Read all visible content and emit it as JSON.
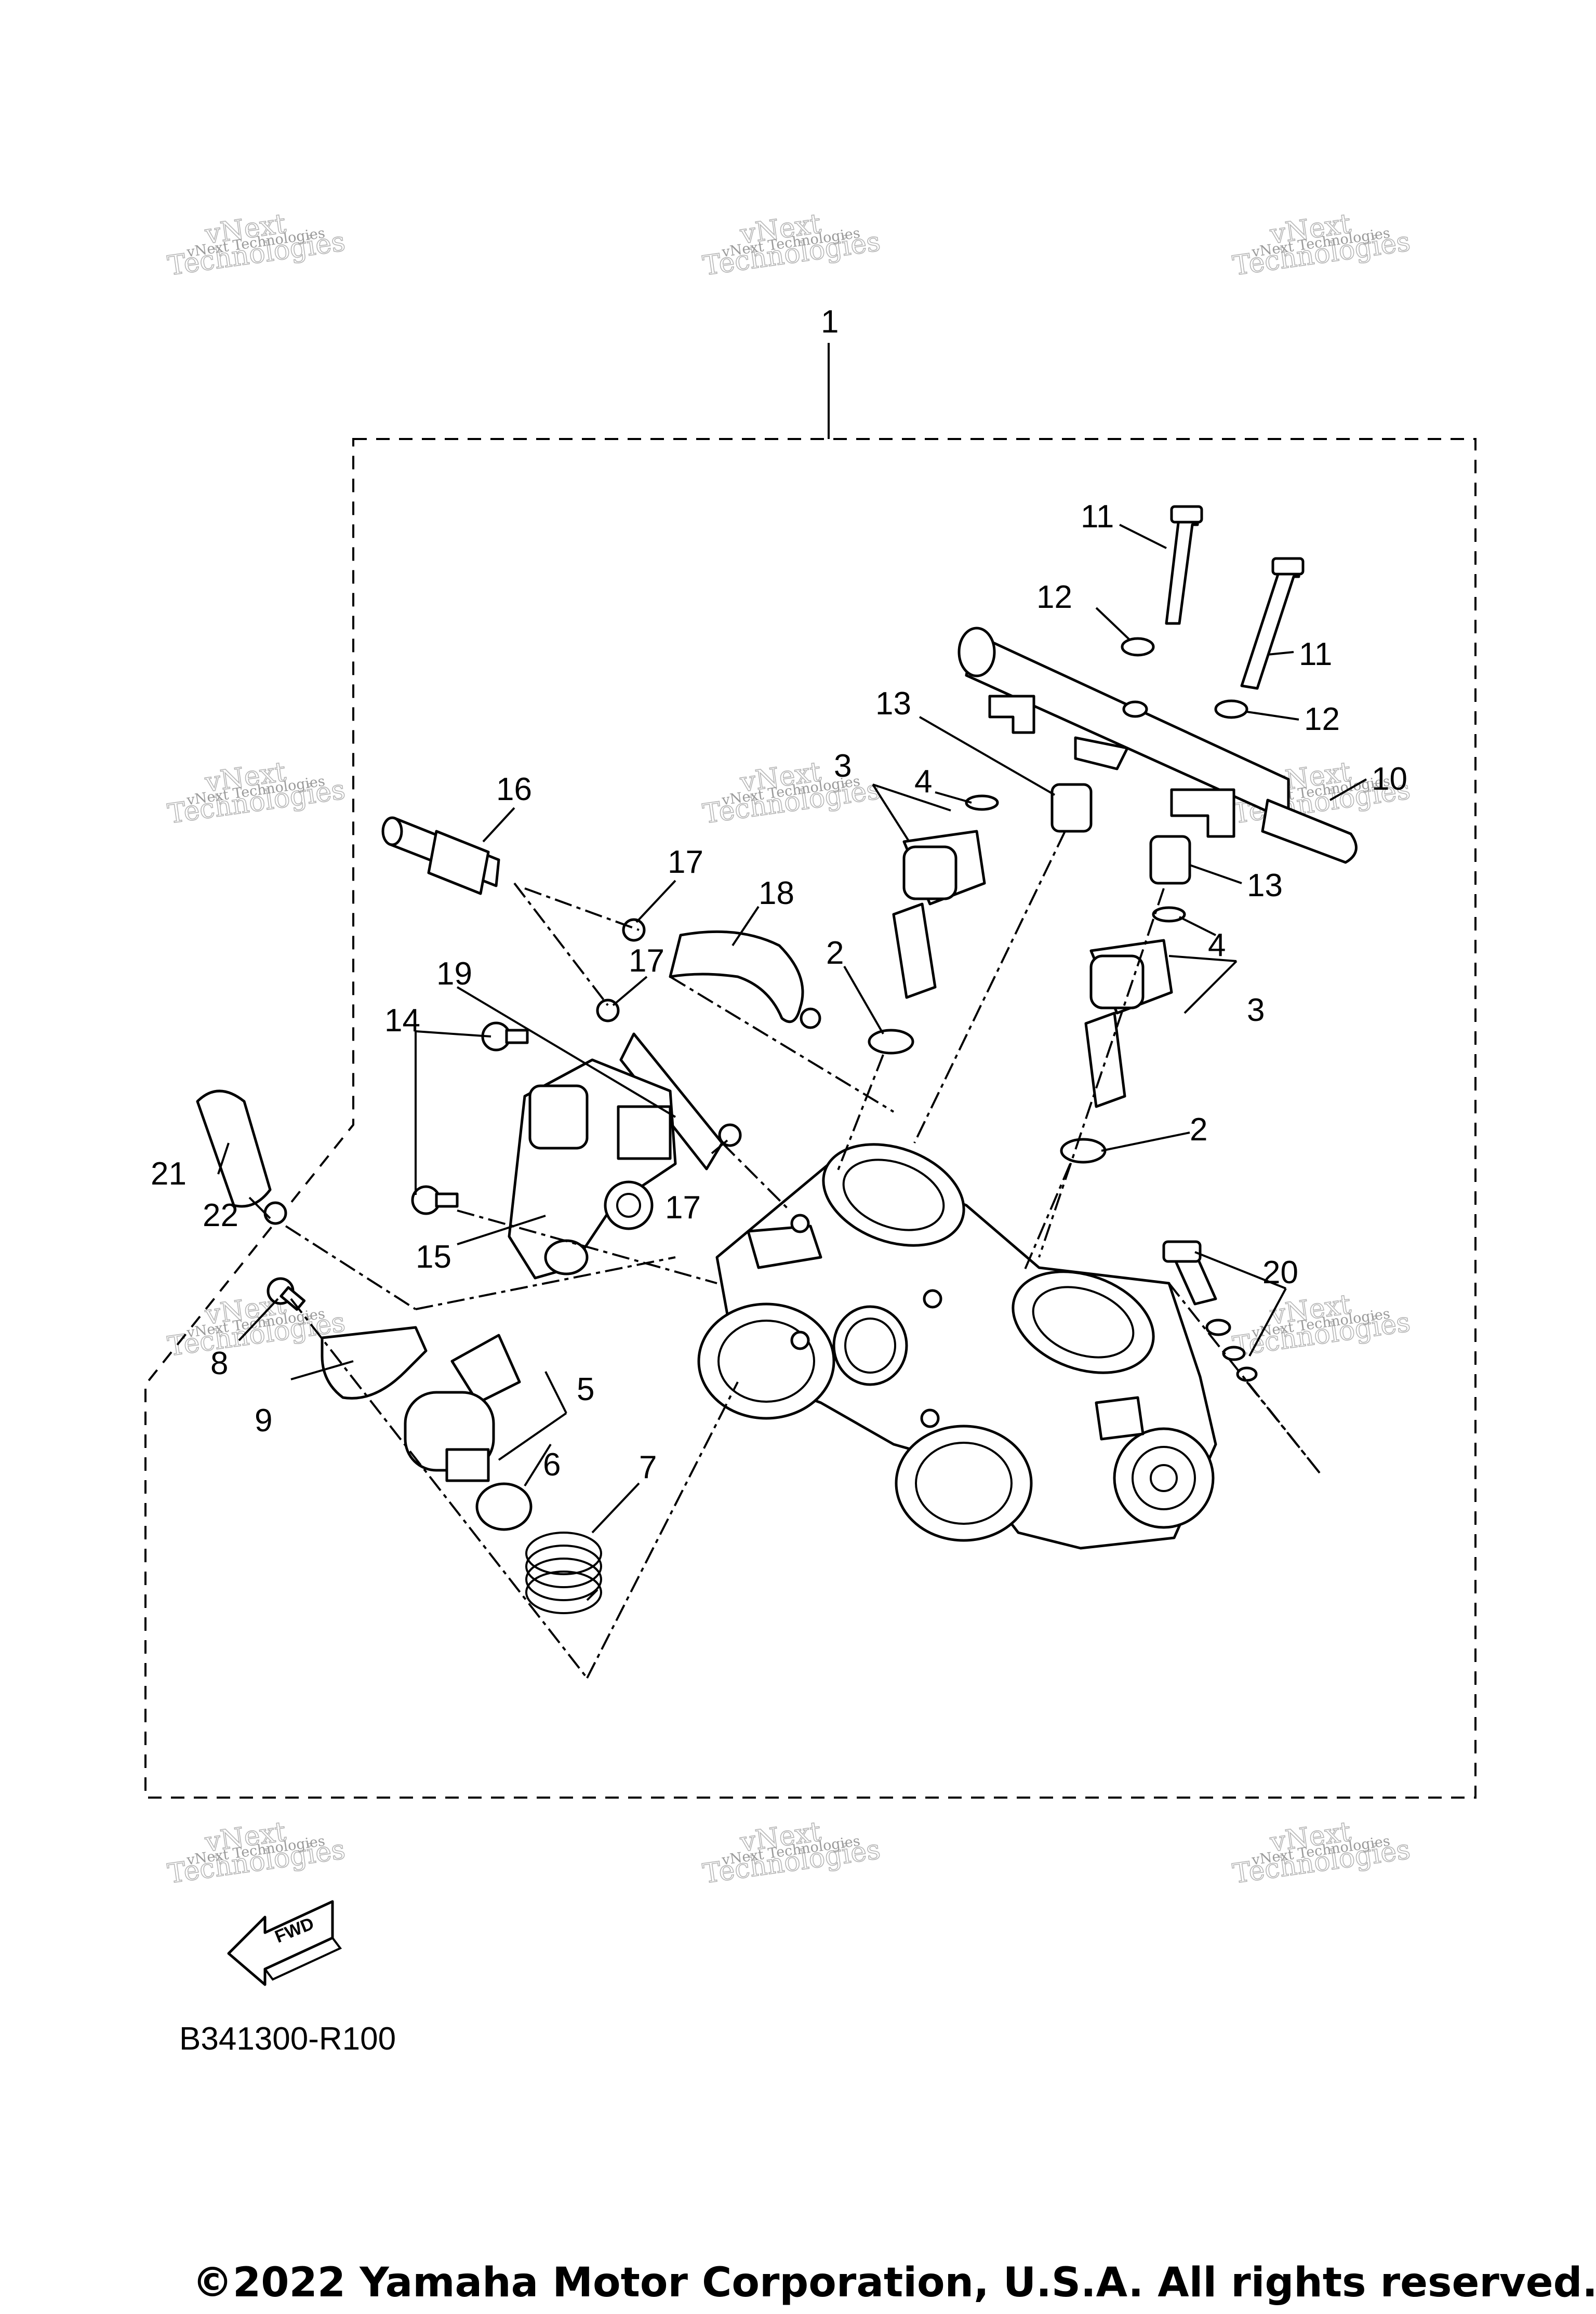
{
  "diagram": {
    "callouts": [
      "1",
      "2",
      "2",
      "3",
      "3",
      "4",
      "4",
      "5",
      "6",
      "7",
      "8",
      "9",
      "10",
      "11",
      "11",
      "12",
      "12",
      "13",
      "13",
      "14",
      "15",
      "16",
      "17",
      "17",
      "17",
      "18",
      "19",
      "20",
      "21",
      "22"
    ],
    "watermark": {
      "line1": "vNext Technologies",
      "line2": "Technologies",
      "line3": "vNext"
    },
    "direction_label": "FWD",
    "reference_code": "B341300-R100"
  },
  "footer": {
    "copyright": "©2022 Yamaha Motor Corporation, U.S.A. All rights reserved."
  }
}
